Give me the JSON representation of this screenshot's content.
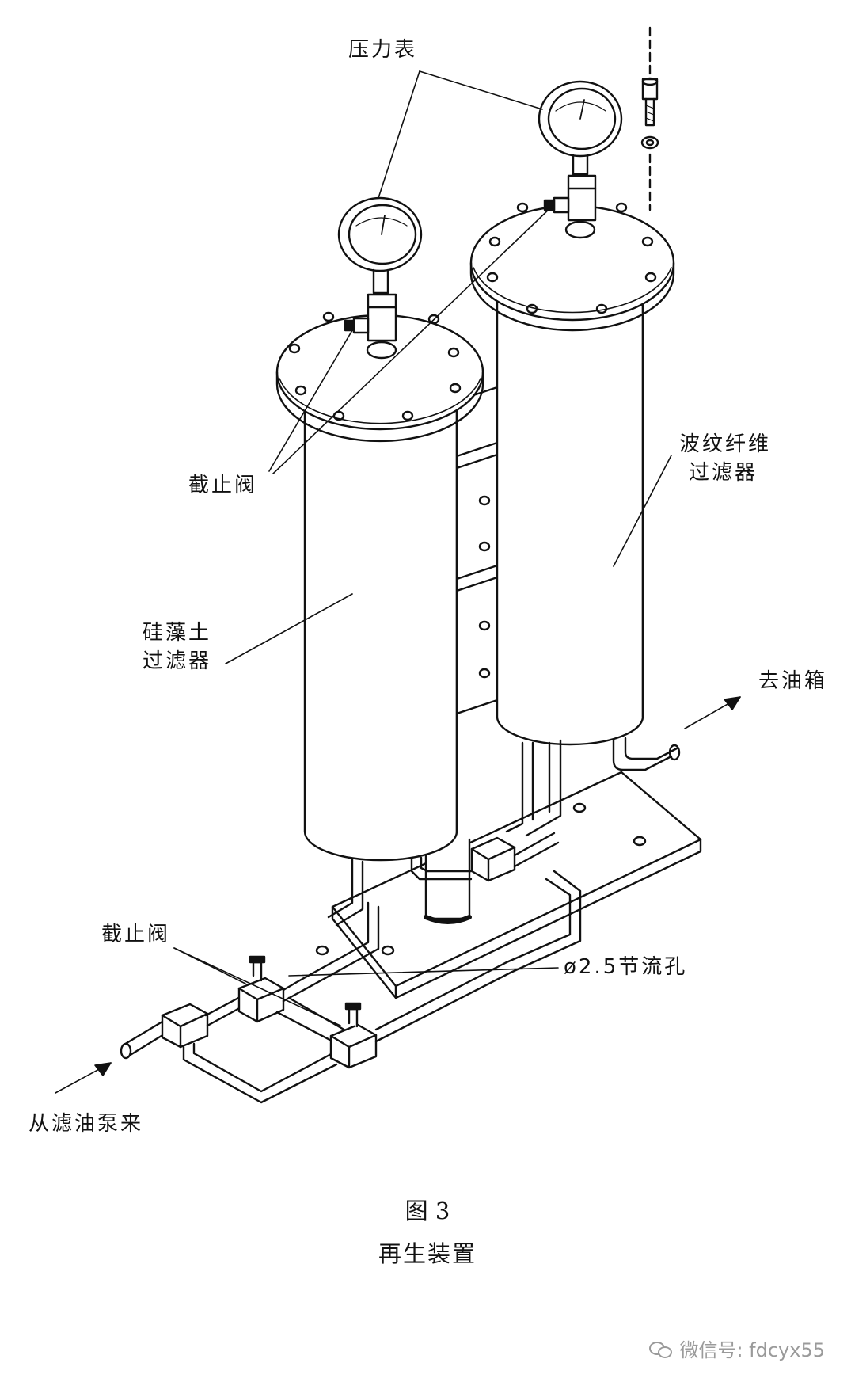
{
  "labels": {
    "pressure_gauge": "压力表",
    "shutoff_valve_top": "截止阀",
    "corrugated_filter_line1": "波纹纤维",
    "corrugated_filter_line2": "过滤器",
    "diatomite_filter_line1": "硅藻土",
    "diatomite_filter_line2": "过滤器",
    "to_oil_tank": "去油箱",
    "shutoff_valve_bottom": "截止阀",
    "orifice": "ø2.5节流孔",
    "from_pump": "从滤油泵来"
  },
  "caption": {
    "figure_number": "图 3",
    "figure_title": "再生装置"
  },
  "watermark": {
    "text": "微信号: fdcyx55",
    "icon": "wechat-icon"
  },
  "colors": {
    "line": "#111111",
    "background": "#ffffff",
    "watermark": "#9a9a9a"
  }
}
